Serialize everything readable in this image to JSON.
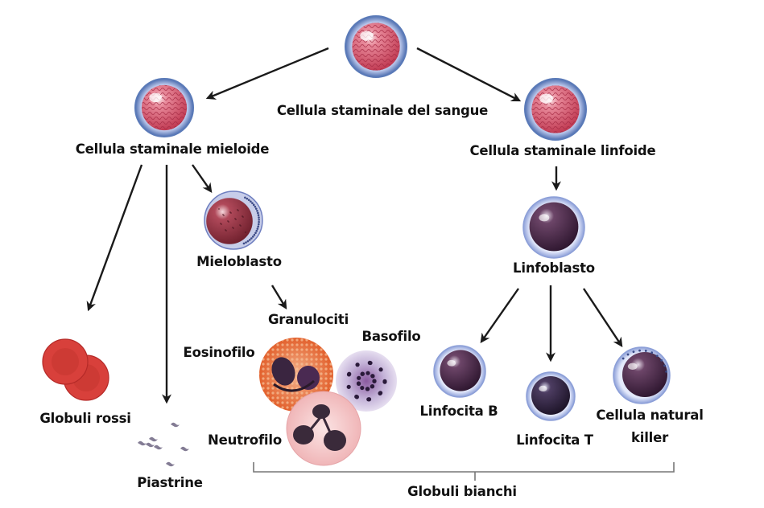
{
  "diagram": {
    "title": "Cellula staminale del sangue",
    "colors": {
      "arrow": "#1a1a1a",
      "bracket": "#777777",
      "stem_membrane": "#5a7ab8",
      "stem_nucleus": "#d0556a",
      "lymph_membrane": "#a9b8e6",
      "lymph_nucleus": "#4a2a48",
      "myeloblast_nucleus": "#8a2d3a",
      "rbc": "#d9403c",
      "eosinophil": "#e2683a",
      "basophil": "#8a5a9e",
      "neutrophil": "#f3c3c3",
      "platelet": "#5a5070"
    },
    "nodes": {
      "root": {
        "label": "Cellula staminale del sangue",
        "type": "stem-cell"
      },
      "myeloid": {
        "label": "Cellula staminale mieloide",
        "type": "stem-cell"
      },
      "lymphoid": {
        "label": "Cellula staminale linfoide",
        "type": "stem-cell"
      },
      "myeloblast": {
        "label": "Mieloblasto",
        "type": "myeloblast"
      },
      "lymphoblast": {
        "label": "Linfoblasto",
        "type": "lymphocyte"
      },
      "rbc": {
        "label": "Globuli rossi",
        "type": "red-blood-cells"
      },
      "platelets": {
        "label": "Piastrine",
        "type": "platelets"
      },
      "granulocytes": {
        "label": "Granulociti"
      },
      "eosinophil": {
        "label": "Eosinofilo",
        "type": "eosinophil"
      },
      "basophil": {
        "label": "Basofilo",
        "type": "basophil"
      },
      "neutrophil": {
        "label": "Neutrofilo",
        "type": "neutrophil"
      },
      "b_cell": {
        "label": "Linfocita B",
        "type": "lymphocyte"
      },
      "t_cell": {
        "label": "Linfocita T",
        "type": "lymphocyte"
      },
      "nk_cell": {
        "label_line1": "Cellula natural",
        "label_line2": "killer",
        "type": "lymphocyte"
      }
    },
    "edges": [
      [
        "root",
        "myeloid"
      ],
      [
        "root",
        "lymphoid"
      ],
      [
        "myeloid",
        "rbc"
      ],
      [
        "myeloid",
        "platelets"
      ],
      [
        "myeloid",
        "myeloblast"
      ],
      [
        "myeloblast",
        "granulocytes"
      ],
      [
        "lymphoid",
        "lymphoblast"
      ],
      [
        "lymphoblast",
        "b_cell"
      ],
      [
        "lymphoblast",
        "t_cell"
      ],
      [
        "lymphoblast",
        "nk_cell"
      ]
    ],
    "group": {
      "label": "Globuli bianchi",
      "members": [
        "eosinophil",
        "basophil",
        "neutrophil",
        "b_cell",
        "t_cell",
        "nk_cell"
      ]
    }
  }
}
